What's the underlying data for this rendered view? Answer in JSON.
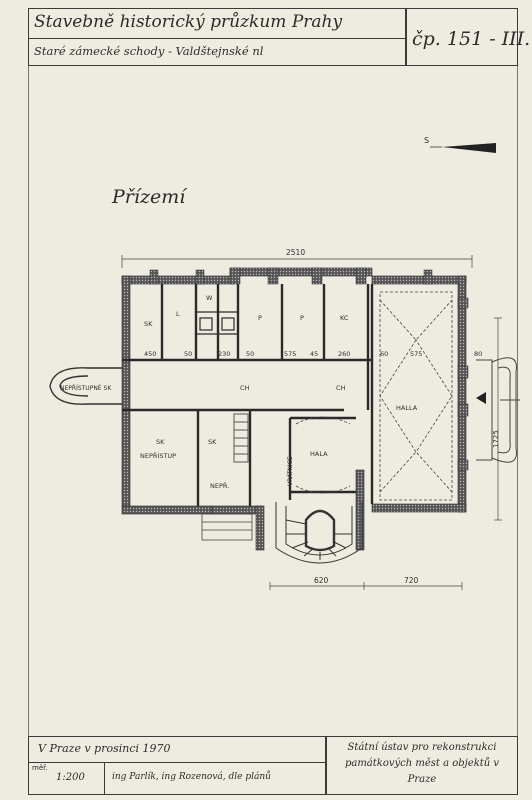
{
  "header": {
    "title": "Stavebně historický průzkum Prahy",
    "subtitle": "Staré zámecké schody - Valdštejnské nl",
    "sheet_no": "čp. 151 - III."
  },
  "plan": {
    "floor_label": "Přízemí",
    "north_mark": "S",
    "dim_top": "2510",
    "dim_bottom_left": "620",
    "dim_bottom_right": "720",
    "dim_right": "1725",
    "room_labels": {
      "sk_top": "SK",
      "l": "L",
      "w": "W",
      "p1": "P",
      "p2": "P",
      "kc": "KC",
      "nepristupne_sk": "NEPŘÍSTUPNÉ  SK",
      "ch_left": "CH",
      "ch_right": "CH",
      "sk_nepristup": "SK",
      "nepristup": "NEPŘÍSTUP",
      "sk_mid": "SK",
      "nepr": "NEPŘ.",
      "vratnice": "VRÁTNICE",
      "hala": "HALA",
      "halla": "HALLA"
    },
    "dims_row": {
      "d450": "450",
      "d1": "50",
      "d2": "230",
      "d3": "50",
      "d575a": "575",
      "d45": "45",
      "d260": "260",
      "d60": "60",
      "d575b": "575",
      "d80": "80"
    }
  },
  "footer": {
    "date_line": "V Praze v prosinci 1970",
    "scale_label": "měř.",
    "scale_value": "1:200",
    "authors": "ing Parlík, ing Rozenová, dle plánů",
    "institute": "Státní ústav pro rekonstrukci památkových měst a objektů v Praze"
  }
}
